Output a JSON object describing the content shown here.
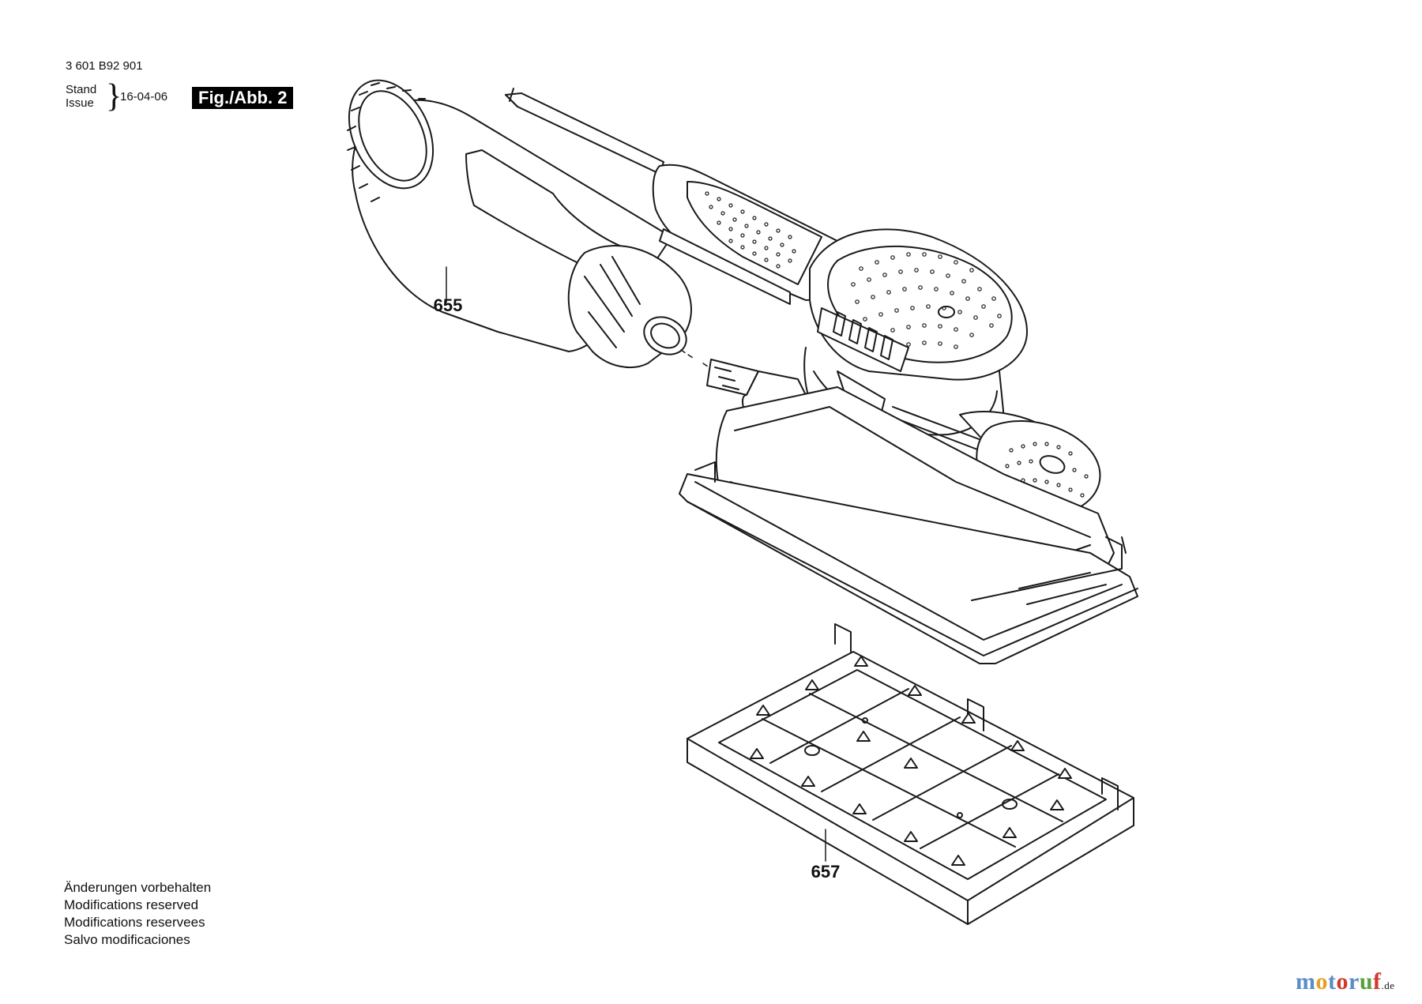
{
  "header": {
    "doc_number": "3 601 B92 901",
    "stand": "Stand",
    "issue": "Issue",
    "brace": "}",
    "date": "16-04-06",
    "figure": "Fig./Abb. 2"
  },
  "parts": [
    {
      "id": "dust-box",
      "label": "655"
    },
    {
      "id": "sanding-plate",
      "label": "657"
    }
  ],
  "notes": [
    "Änderungen vorbehalten",
    "Modifications reserved",
    "Modifications reservees",
    "Salvo modificaciones"
  ],
  "watermark": {
    "letters": [
      "m",
      "o",
      "t",
      "o",
      "r",
      "u",
      "f"
    ],
    "colors": [
      "#5b8cc8",
      "#e8a020",
      "#5b8cc8",
      "#d0392e",
      "#5b8cc8",
      "#5aa03c",
      "#d0392e"
    ],
    "suffix": ".de"
  }
}
